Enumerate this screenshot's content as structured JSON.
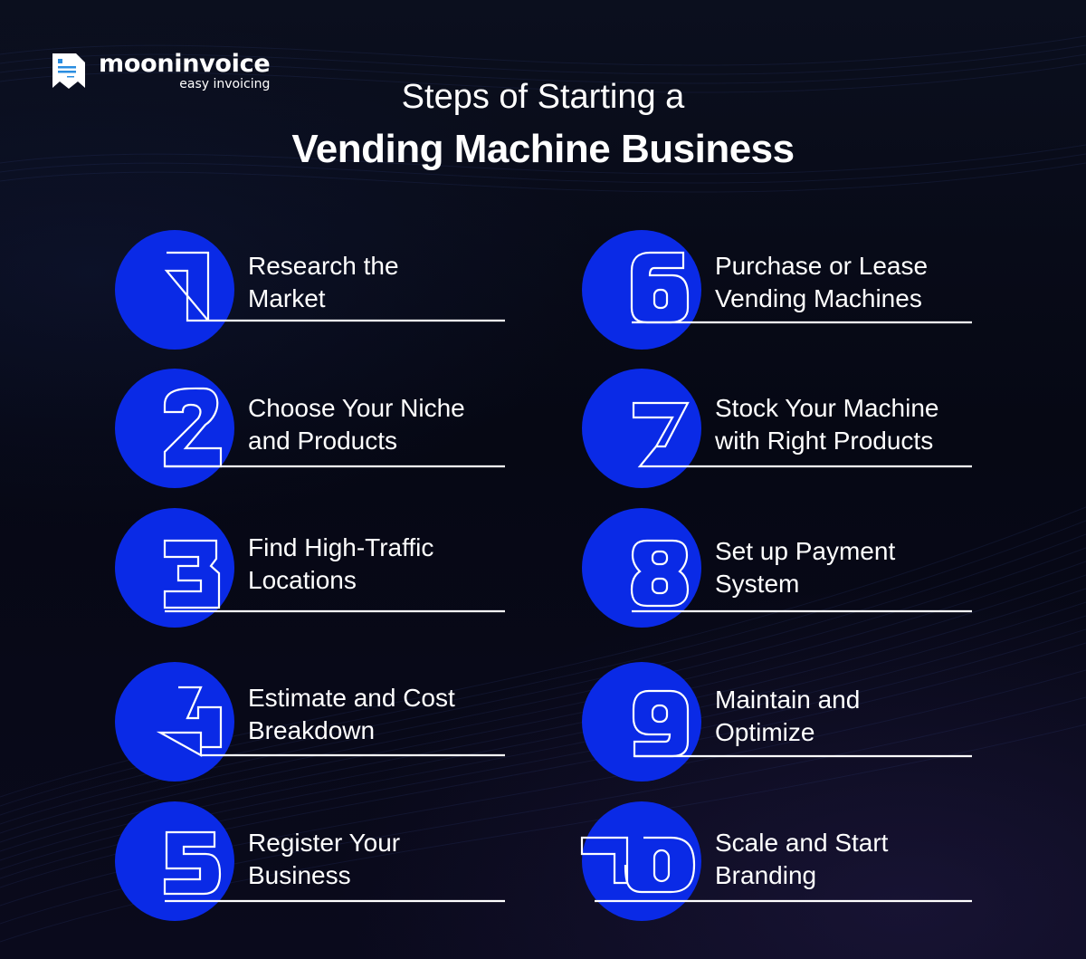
{
  "brand": {
    "name": "mooninvoice",
    "tagline": "easy invoicing",
    "icon": "invoice-receipt-icon"
  },
  "header": {
    "title_line1": "Steps of Starting a",
    "title_line2": "Vending Machine Business"
  },
  "colors": {
    "background": "#070a17",
    "circle": "#0a2ae6",
    "text": "#ffffff"
  },
  "steps": [
    {
      "number": "1",
      "line1": "Research the",
      "line2": "Market"
    },
    {
      "number": "2",
      "line1": "Choose Your Niche",
      "line2": "and Products"
    },
    {
      "number": "3",
      "line1": "Find High-Traffic",
      "line2": "Locations"
    },
    {
      "number": "4",
      "line1": "Estimate and Cost",
      "line2": "Breakdown"
    },
    {
      "number": "5",
      "line1": "Register Your",
      "line2": "Business"
    },
    {
      "number": "6",
      "line1": "Purchase or Lease",
      "line2": "Vending Machines"
    },
    {
      "number": "7",
      "line1": "Stock Your Machine",
      "line2": "with Right Products"
    },
    {
      "number": "8",
      "line1": "Set up Payment",
      "line2": "System"
    },
    {
      "number": "9",
      "line1": "Maintain and",
      "line2": "Optimize"
    },
    {
      "number": "10",
      "line1": "Scale and Start",
      "line2": "Branding"
    }
  ]
}
